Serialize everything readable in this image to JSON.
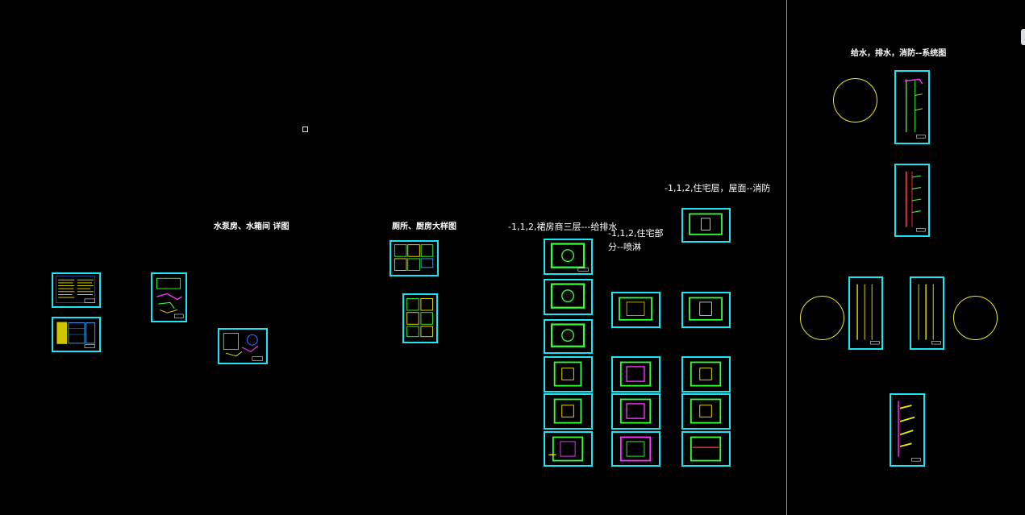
{
  "viewport": {
    "background": "#000000",
    "sheet_border_color": "#19e6f2",
    "circle_color": "#e8e62a",
    "divider_color": "#3fb9c9"
  },
  "labels": {
    "pump_room": "水泵房、水箱间 详图",
    "toilet_kitchen": "厕所、厨房大样图",
    "podium": "-1,1,2,裙房商三层---给排水",
    "residential_part": "-1,1,2,住宅部",
    "residential_part_2": "分--喷淋",
    "residential_roof": "-1,1,2,住宅层，屋面--消防",
    "systems": "给水，排水，消防--系统图"
  }
}
